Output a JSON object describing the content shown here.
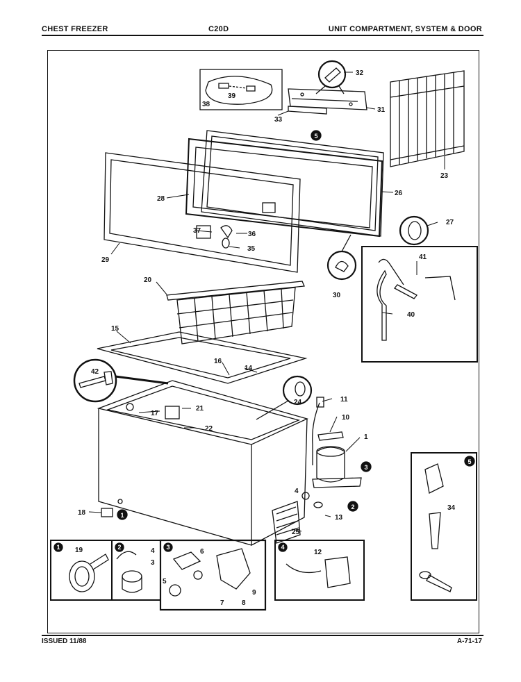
{
  "header": {
    "left": "CHEST FREEZER",
    "center": "C20D",
    "right": "UNIT COMPARTMENT, SYSTEM & DOOR"
  },
  "footer": {
    "left": "ISSUED 11/88",
    "right": "A-71-17"
  },
  "callouts": {
    "c1": "1",
    "c4": "4",
    "c10": "10",
    "c11": "11",
    "c13": "13",
    "c14": "14",
    "c15": "15",
    "c16": "16",
    "c17": "17",
    "c18": "18",
    "c20": "20",
    "c21": "21",
    "c22": "22",
    "c23": "23",
    "c24": "24",
    "c25": "25",
    "c26": "26",
    "c27": "27",
    "c28": "28",
    "c29": "29",
    "c30": "30",
    "c31": "31",
    "c32": "32",
    "c33": "33",
    "c35": "35",
    "c36": "36",
    "c37": "37",
    "c38": "38",
    "c39": "39",
    "c40": "40",
    "c41": "41",
    "c42": "42",
    "d19": "19",
    "d3": "3",
    "d4": "4",
    "d5": "5",
    "d6": "6",
    "d7": "7",
    "d8": "8",
    "d9": "9",
    "d12": "12",
    "d34": "34"
  },
  "markers": {
    "m1": "1",
    "m2": "2",
    "m3": "3",
    "m4": "4",
    "m5": "5"
  }
}
